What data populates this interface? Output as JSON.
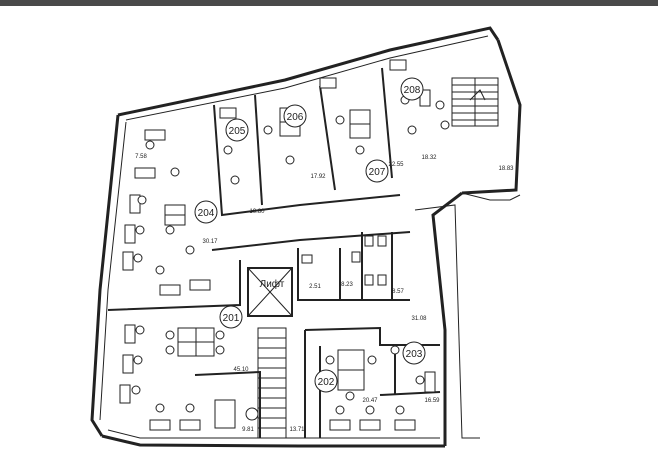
{
  "floorplan": {
    "lift_label": "Лифт",
    "rooms": [
      {
        "id": "204",
        "label": "204",
        "area": "30.17"
      },
      {
        "id": "205",
        "label": "205",
        "area": "19.80"
      },
      {
        "id": "206",
        "label": "206",
        "area": "17.92"
      },
      {
        "id": "207",
        "label": "207",
        "area": "22.55"
      },
      {
        "id": "208",
        "label": "208",
        "area": "18.32"
      },
      {
        "id": "201",
        "label": "201",
        "area": "45.10"
      },
      {
        "id": "202",
        "label": "202",
        "area": "20.47"
      },
      {
        "id": "203",
        "label": "203",
        "area": "16.59"
      }
    ],
    "other_areas": [
      {
        "id": "a758",
        "value": "7.58"
      },
      {
        "id": "a1883",
        "value": "18.83"
      },
      {
        "id": "a251",
        "value": "2.51"
      },
      {
        "id": "a823",
        "value": "8.23"
      },
      {
        "id": "a857",
        "value": "8.57"
      },
      {
        "id": "a3108",
        "value": "31.08"
      },
      {
        "id": "a981",
        "value": "9.81"
      },
      {
        "id": "a1371",
        "value": "13.71"
      }
    ]
  }
}
